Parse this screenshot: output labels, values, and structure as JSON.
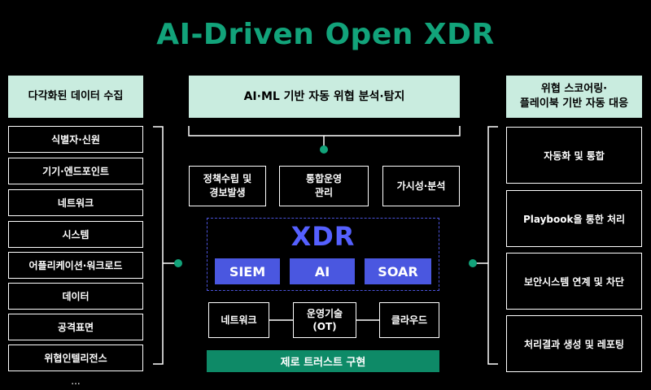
{
  "title": "AI-Driven Open XDR",
  "left": {
    "header": "다각화된 데이터 수집",
    "items": [
      "식별자·신원",
      "기기·엔드포인트",
      "네트워크",
      "시스템",
      "어플리케이션·워크로드",
      "데이터",
      "공격표면",
      "위협인텔리전스"
    ],
    "more": "..."
  },
  "center": {
    "header": "AI·ML 기반 자동 위협 분석·탐지",
    "functions": [
      {
        "line1": "정책수립 및",
        "line2": "경보발생"
      },
      {
        "line1": "통합운영",
        "line2": "관리"
      },
      {
        "line1": "가시성·분석",
        "line2": ""
      }
    ],
    "xdr_label": "XDR",
    "modules": [
      "SIEM",
      "AI",
      "SOAR"
    ],
    "environments": [
      {
        "line1": "네트워크",
        "line2": ""
      },
      {
        "line1": "운영기술",
        "line2": "(OT)"
      },
      {
        "line1": "클라우드",
        "line2": ""
      }
    ],
    "zero_trust": "제로 트러스트 구현"
  },
  "right": {
    "header_line1": "위협 스코어링·",
    "header_line2": "플레이북 기반 자동 대응",
    "items": [
      "자동화 및 통합",
      "Playbook을 통한 처리",
      "보안시스템 연계 및 차단",
      "처리결과 생성 및 레포팅"
    ]
  },
  "colors": {
    "accent_green": "#12a37a",
    "header_mint": "#c9ecdf",
    "xdr_blue": "#4a57e0",
    "zero_trust_green": "#0e8a67"
  }
}
